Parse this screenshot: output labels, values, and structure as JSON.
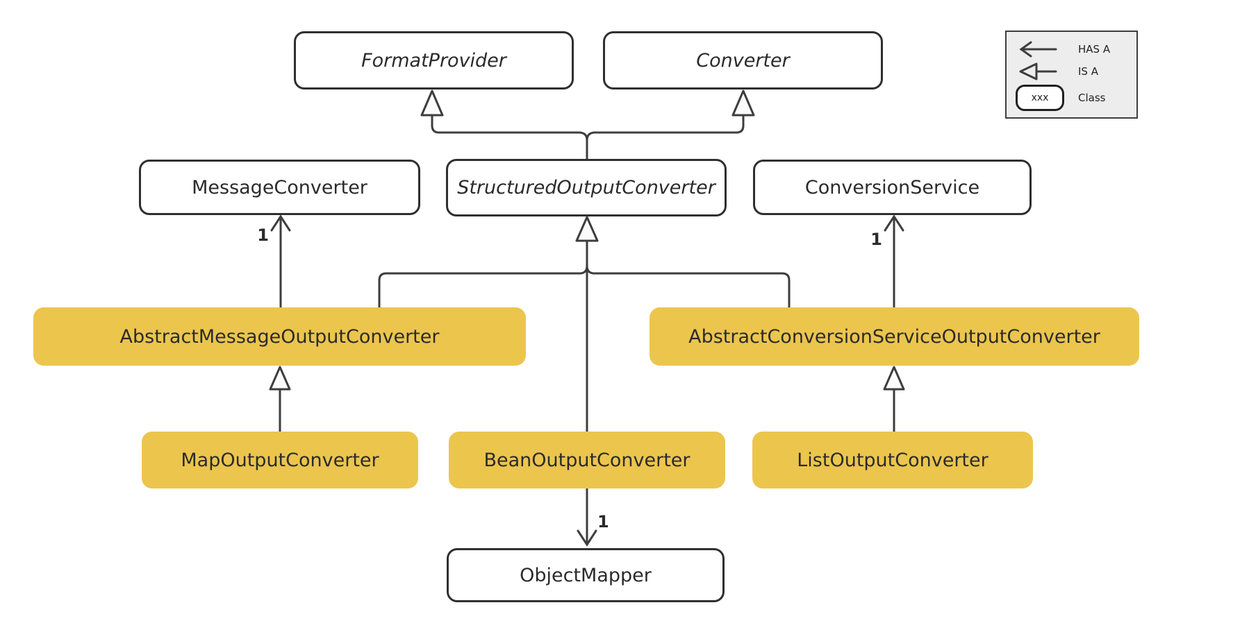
{
  "diagram_type": "class-hierarchy",
  "nodes": {
    "format_provider": {
      "label": "FormatProvider",
      "stereotype": "interface",
      "highlighted": false
    },
    "converter": {
      "label": "Converter",
      "stereotype": "interface",
      "highlighted": false
    },
    "message_converter": {
      "label": "MessageConverter",
      "stereotype": "class",
      "highlighted": false
    },
    "structured_output_converter": {
      "label": "StructuredOutputConverter",
      "stereotype": "interface",
      "highlighted": false
    },
    "conversion_service": {
      "label": "ConversionService",
      "stereotype": "class",
      "highlighted": false
    },
    "abstract_message_output_converter": {
      "label": "AbstractMessageOutputConverter",
      "stereotype": "class",
      "highlighted": true
    },
    "abstract_conversion_service_output_converter": {
      "label": "AbstractConversionServiceOutputConverter",
      "stereotype": "class",
      "highlighted": true
    },
    "map_output_converter": {
      "label": "MapOutputConverter",
      "stereotype": "class",
      "highlighted": true
    },
    "bean_output_converter": {
      "label": "BeanOutputConverter",
      "stereotype": "class",
      "highlighted": true
    },
    "list_output_converter": {
      "label": "ListOutputConverter",
      "stereotype": "class",
      "highlighted": true
    },
    "object_mapper": {
      "label": "ObjectMapper",
      "stereotype": "class",
      "highlighted": false
    }
  },
  "multiplicity": {
    "message_converter_has_a": "1",
    "conversion_service_has_a": "1",
    "object_mapper_has_a": "1"
  },
  "relationships": [
    {
      "from": "StructuredOutputConverter",
      "to": "FormatProvider",
      "type": "IS A"
    },
    {
      "from": "StructuredOutputConverter",
      "to": "Converter",
      "type": "IS A"
    },
    {
      "from": "AbstractMessageOutputConverter",
      "to": "MessageConverter",
      "type": "HAS A",
      "multiplicity": "1"
    },
    {
      "from": "AbstractMessageOutputConverter",
      "to": "StructuredOutputConverter",
      "type": "IS A"
    },
    {
      "from": "BeanOutputConverter",
      "to": "StructuredOutputConverter",
      "type": "IS A"
    },
    {
      "from": "AbstractConversionServiceOutputConverter",
      "to": "StructuredOutputConverter",
      "type": "IS A"
    },
    {
      "from": "AbstractConversionServiceOutputConverter",
      "to": "ConversionService",
      "type": "HAS A",
      "multiplicity": "1"
    },
    {
      "from": "MapOutputConverter",
      "to": "AbstractMessageOutputConverter",
      "type": "IS A"
    },
    {
      "from": "ListOutputConverter",
      "to": "AbstractConversionServiceOutputConverter",
      "type": "IS A"
    },
    {
      "from": "BeanOutputConverter",
      "to": "ObjectMapper",
      "type": "HAS A",
      "multiplicity": "1"
    }
  ],
  "legend": {
    "has_a_label": "HAS A",
    "is_a_label": "IS A",
    "class_label": "Class",
    "class_placeholder": "xxx"
  },
  "colors": {
    "highlight-fill": "#ecc54d",
    "line": "#3d3d3d",
    "node-border": "#2f2f2f",
    "text": "#2b2b2b",
    "legend-bg": "#ededed"
  }
}
